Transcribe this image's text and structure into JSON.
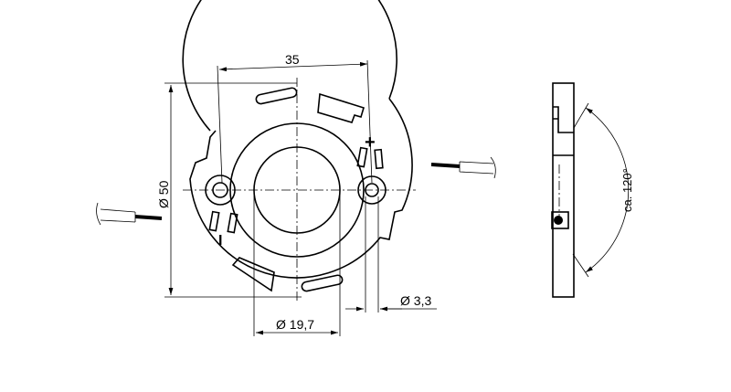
{
  "drawing": {
    "dimensions": {
      "hole_spacing": "35",
      "outer_diameter": "Ø 50",
      "inner_diameter": "Ø 19,7",
      "hole_diameter": "Ø 3,3",
      "cable_angle": "ca. 120°"
    },
    "polarity": {
      "plus": "+",
      "minus": "I"
    }
  }
}
